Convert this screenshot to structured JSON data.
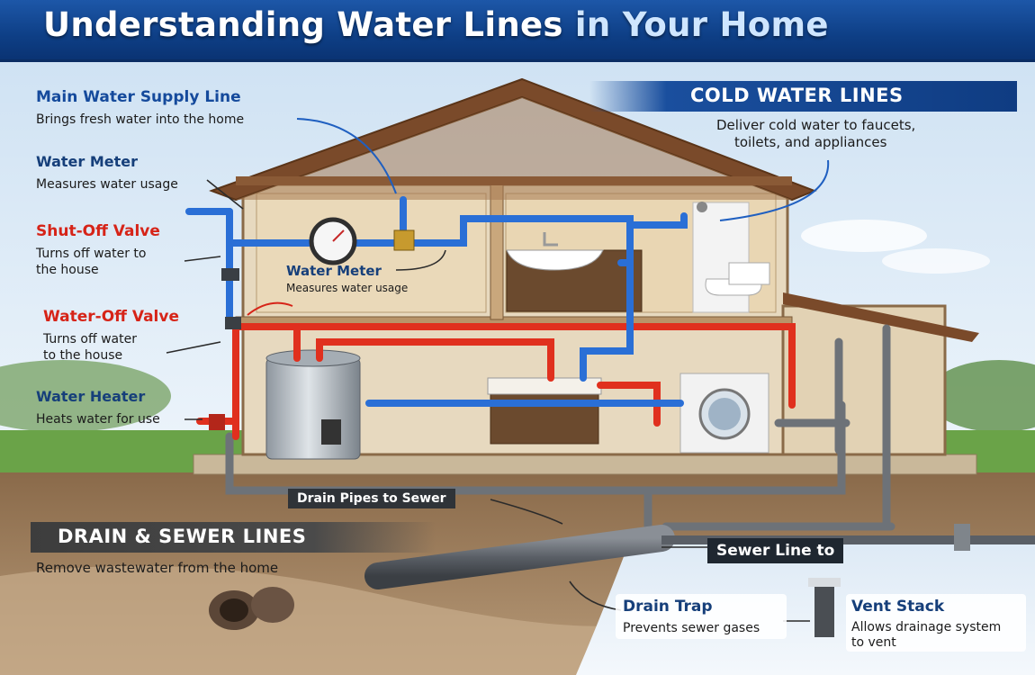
{
  "title": {
    "main": "Understanding Water Lines",
    "accent": "in Your Home"
  },
  "cold_water": {
    "heading": "COLD WATER LINES",
    "description_line1": "Deliver cold water to faucets,",
    "description_line2": "toilets, and appliances"
  },
  "left_labels": {
    "main_supply": {
      "heading": "Main Water Supply Line",
      "description": "Brings fresh water into the home"
    },
    "water_meter": {
      "heading": "Water Meter",
      "description": "Measures water usage"
    },
    "shut_off_valve": {
      "heading": "Shut-Off Valve",
      "description_line1": "Turns off water to",
      "description_line2": "the house"
    },
    "water_off_valve": {
      "heading": "Water-Off Valve",
      "description_line1": "Turns off water",
      "description_line2": "to the house"
    },
    "water_heater": {
      "heading": "Water Heater",
      "description": "Heats water for use"
    }
  },
  "inner_meter": {
    "heading": "Water Meter",
    "description": "Measures water usage"
  },
  "drain_pipes_label": "Drain Pipes to Sewer",
  "drain_sewer": {
    "heading": "DRAIN & SEWER LINES",
    "description": "Remove wastewater from the home"
  },
  "sewer_line_label": "Sewer Line to",
  "drain_trap": {
    "heading": "Drain Trap",
    "description": "Prevents sewer gases"
  },
  "vent_stack": {
    "heading": "Vent Stack",
    "description_line1": "Allows drainage system",
    "description_line2": "to vent"
  },
  "colors": {
    "cold_pipe": "#2a6fd6",
    "hot_pipe": "#e0301e",
    "drain_pipe": "#6d7278",
    "roof": "#7a4a2a",
    "banner": "#0e3f86"
  }
}
